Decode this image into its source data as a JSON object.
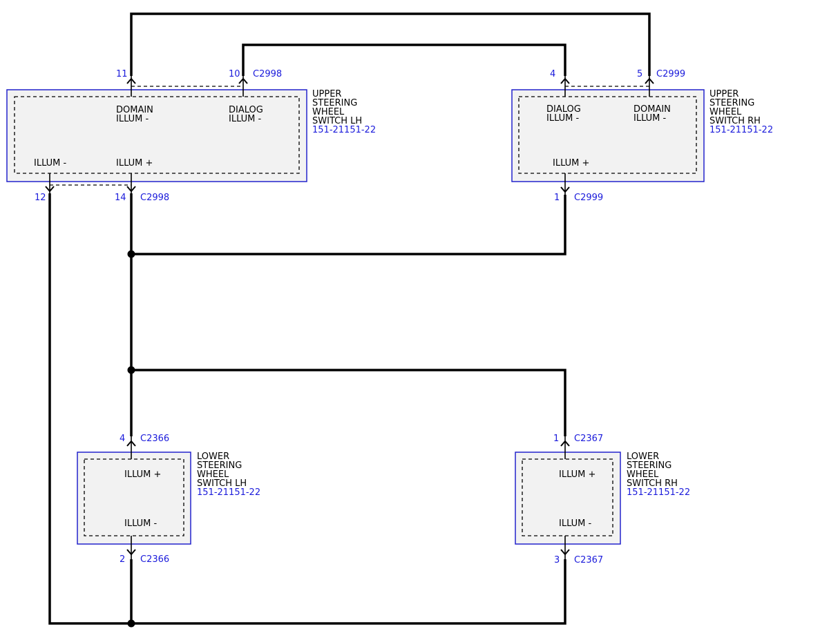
{
  "components": {
    "upper_lh": {
      "name_lines": [
        "UPPER",
        "STEERING",
        "WHEEL",
        "SWITCH LH"
      ],
      "part_number": "151-21151-22",
      "pins": {
        "domain_illum_minus": {
          "label_lines": [
            "DOMAIN",
            "ILLUM -"
          ],
          "number": "11"
        },
        "dialog_illum_minus": {
          "label_lines": [
            "DIALOG",
            "ILLUM -"
          ],
          "number": "10",
          "connector": "C2998"
        },
        "illum_minus": {
          "label": "ILLUM -",
          "number": "12"
        },
        "illum_plus": {
          "label": "ILLUM +",
          "number": "14",
          "connector": "C2998"
        }
      }
    },
    "upper_rh": {
      "name_lines": [
        "UPPER",
        "STEERING",
        "WHEEL",
        "SWITCH RH"
      ],
      "part_number": "151-21151-22",
      "pins": {
        "dialog_illum_minus": {
          "label_lines": [
            "DIALOG",
            "ILLUM -"
          ],
          "number": "4"
        },
        "domain_illum_minus": {
          "label_lines": [
            "DOMAIN",
            "ILLUM -"
          ],
          "number": "5",
          "connector": "C2999"
        },
        "illum_plus": {
          "label": "ILLUM +",
          "number": "1",
          "connector": "C2999"
        }
      }
    },
    "lower_lh": {
      "name_lines": [
        "LOWER",
        "STEERING",
        "WHEEL",
        "SWITCH LH"
      ],
      "part_number": "151-21151-22",
      "pins": {
        "illum_plus": {
          "label": "ILLUM +",
          "number": "4",
          "connector": "C2366"
        },
        "illum_minus": {
          "label": "ILLUM -",
          "number": "2",
          "connector": "C2366"
        }
      }
    },
    "lower_rh": {
      "name_lines": [
        "LOWER",
        "STEERING",
        "WHEEL",
        "SWITCH RH"
      ],
      "part_number": "151-21151-22",
      "pins": {
        "illum_plus": {
          "label": "ILLUM +",
          "number": "1",
          "connector": "C2367"
        },
        "illum_minus": {
          "label": "ILLUM -",
          "number": "3",
          "connector": "C2367"
        }
      }
    }
  },
  "colors": {
    "wire": "#000000",
    "component_border": "#2222cc",
    "component_fill": "#f2f2f2",
    "reference_text": "#1a1adb"
  }
}
